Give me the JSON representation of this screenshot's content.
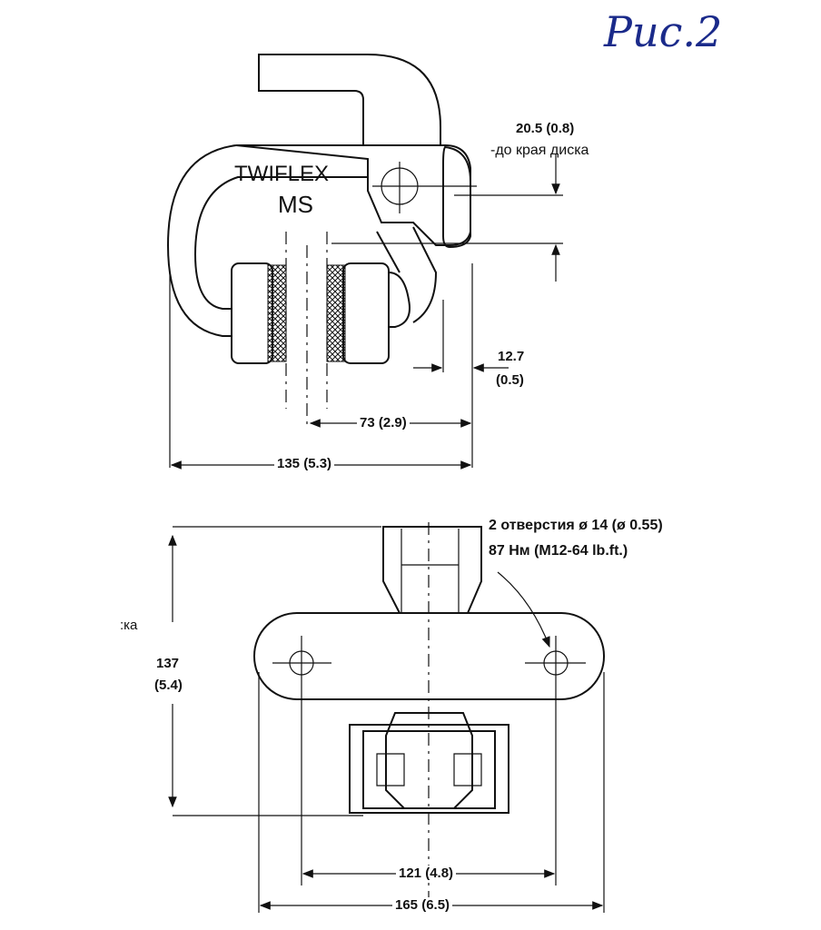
{
  "figure_label": "Рис.2",
  "brand": "TWIFLEX",
  "model": "MS",
  "top_view": {
    "dim_disc_edge": "20.5 (0.8)",
    "dim_disc_edge_note": "-до края диска",
    "dim_pad_offset_mm": "12.7",
    "dim_pad_offset_in": "(0.5)",
    "dim_center": "73 (2.9)",
    "dim_overall_width": "135 (5.3)"
  },
  "bottom_view": {
    "holes_note": "2 отверстия ø 14 (ø 0.55)",
    "torque_note": "87 Нм (M12-64 lb.ft.)",
    "side_fragment": ":ка",
    "dim_height_mm": "137",
    "dim_height_in": "(5.4)",
    "dim_hole_spacing": "121 (4.8)",
    "dim_overall_length": "165 (6.5)"
  }
}
